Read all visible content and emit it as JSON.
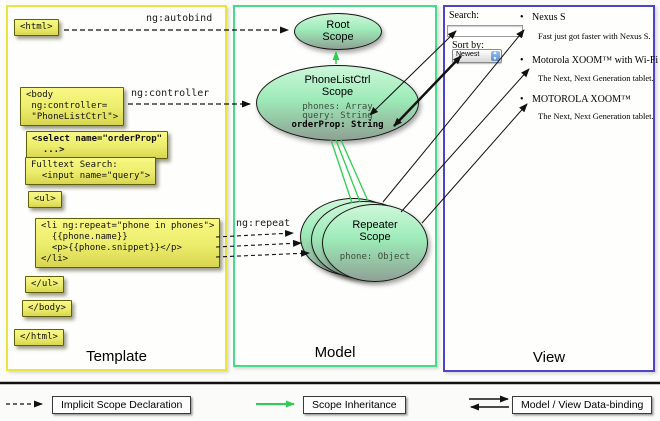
{
  "columns": {
    "template": "Template",
    "model": "Model",
    "view": "View"
  },
  "template_code": {
    "html_open": "<html>",
    "body_open": "<body\n ng:controller=\n \"PhoneListCtrl\">",
    "select": "<select name=\"orderProp\"\n  ...>",
    "fulltext": "Fulltext Search:\n  <input name=\"query\">",
    "ul_open": "<ul>",
    "li_repeat": "<li ng:repeat=\"phone in phones\">\n  {{phone.name}}\n  <p>{{phone.snippet}}</p>\n</li>",
    "ul_close": "</ul>",
    "body_close": "</body>",
    "html_close": "</html>"
  },
  "annotations": {
    "autobind": "ng:autobind",
    "controller": "ng:controller",
    "repeat": "ng:repeat"
  },
  "scopes": {
    "root": {
      "title": "Root\nScope"
    },
    "phonelist": {
      "title": "PhoneListCtrl\nScope",
      "prop_phones": "phones: Array",
      "prop_query": "query: String",
      "prop_order": "orderProp: String"
    },
    "repeater": {
      "title": "Repeater\nScope",
      "prop_phone": "phone: Object"
    }
  },
  "view": {
    "search_label": "Search:",
    "search_value": "",
    "sort_label": "Sort by:",
    "sort_value": "Newest",
    "bullet": "•",
    "items": [
      {
        "title": "Nexus S",
        "desc": "Fast just got faster with Nexus S."
      },
      {
        "title": "Motorola XOOM™ with Wi-Fi",
        "desc": "The Next, Next Generation tablet."
      },
      {
        "title": "MOTOROLA XOOM™",
        "desc": "The Next, Next Generation tablet."
      }
    ]
  },
  "legend": {
    "implicit": "Implicit Scope Declaration",
    "inheritance": "Scope Inheritance",
    "binding": "Model / View Data-binding"
  },
  "colors": {
    "template_border": "#e9e53b",
    "model_border": "#45db8b",
    "view_border": "#4e43cd",
    "code_box_fill": "#ecec6c",
    "scope_fill_top": "#cef7da",
    "scope_fill_bottom": "#8fa194",
    "green_arrow": "#2ece52",
    "line_black": "#111111"
  }
}
